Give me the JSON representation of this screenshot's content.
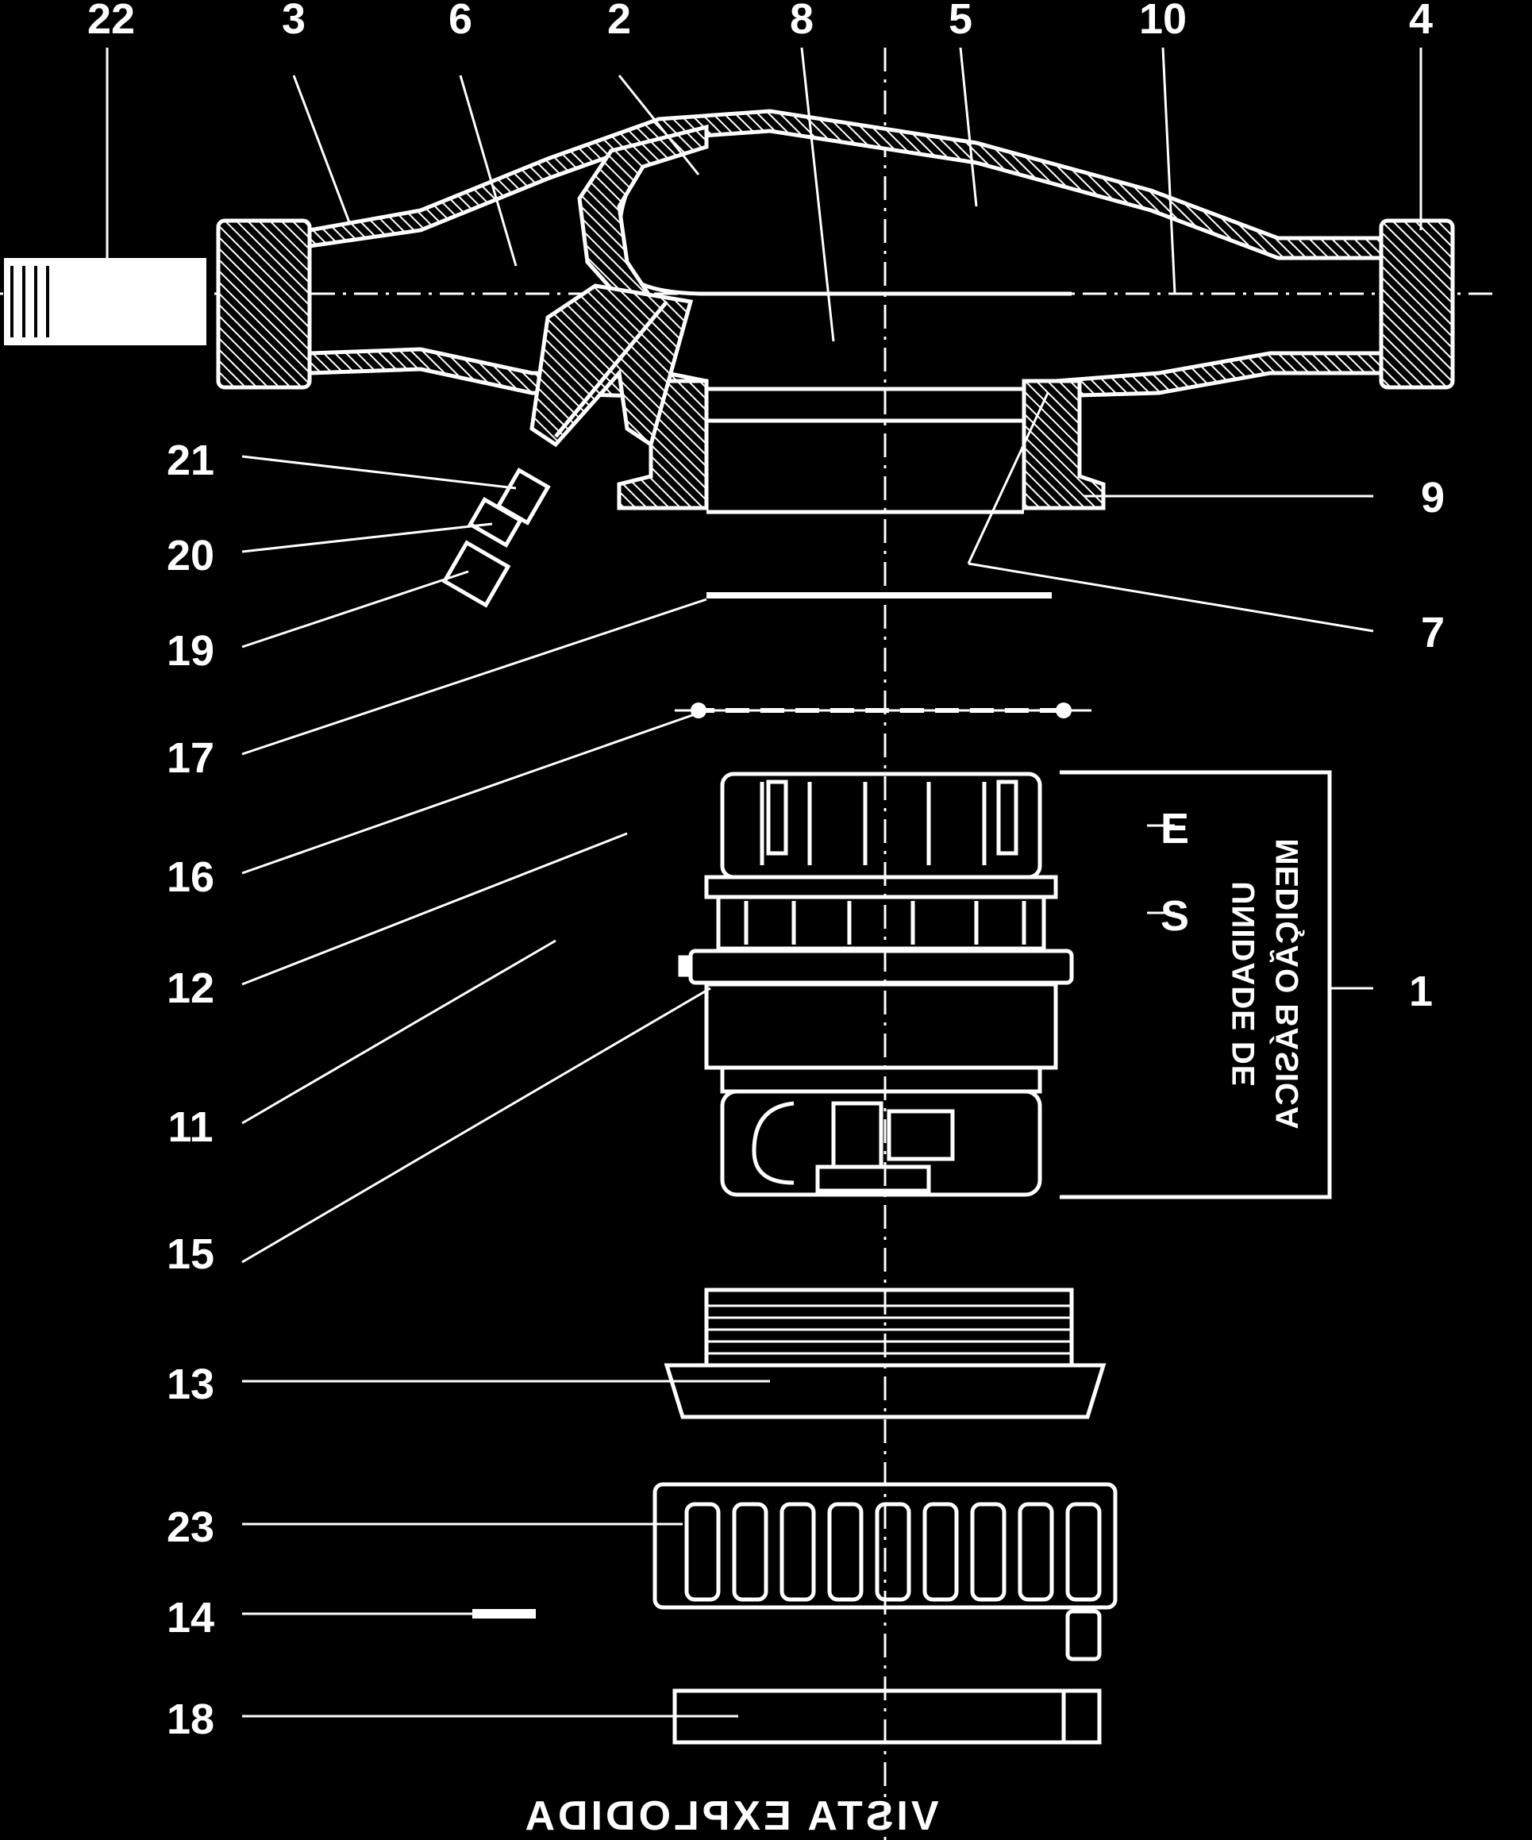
{
  "diagram": {
    "caption": "VISTA  EXPLODIDA",
    "block_label_line1": "UNIDADE DE",
    "block_label_line2": "MEDIÇÃO BÁSICA",
    "callouts_left": [
      {
        "id": "22",
        "text": "22"
      },
      {
        "id": "3",
        "text": "3"
      },
      {
        "id": "6",
        "text": "6"
      },
      {
        "id": "2",
        "text": "2"
      },
      {
        "id": "8",
        "text": "8"
      },
      {
        "id": "5",
        "text": "5"
      },
      {
        "id": "10",
        "text": "10"
      },
      {
        "id": "4",
        "text": "4"
      },
      {
        "id": "21",
        "text": "21"
      },
      {
        "id": "20",
        "text": "20"
      },
      {
        "id": "19",
        "text": "19"
      },
      {
        "id": "17",
        "text": "17"
      },
      {
        "id": "16",
        "text": "16"
      },
      {
        "id": "15",
        "text": "15"
      },
      {
        "id": "11",
        "text": "11"
      },
      {
        "id": "12",
        "text": "12"
      },
      {
        "id": "13",
        "text": "13"
      },
      {
        "id": "23",
        "text": "23"
      },
      {
        "id": "14",
        "text": "14"
      },
      {
        "id": "18",
        "text": "18"
      }
    ],
    "callouts_right": [
      {
        "id": "9",
        "text": "9"
      },
      {
        "id": "7",
        "text": "7"
      },
      {
        "id": "E",
        "text": "E"
      },
      {
        "id": "S",
        "text": "S"
      },
      {
        "id": "1",
        "text": "1"
      }
    ]
  }
}
